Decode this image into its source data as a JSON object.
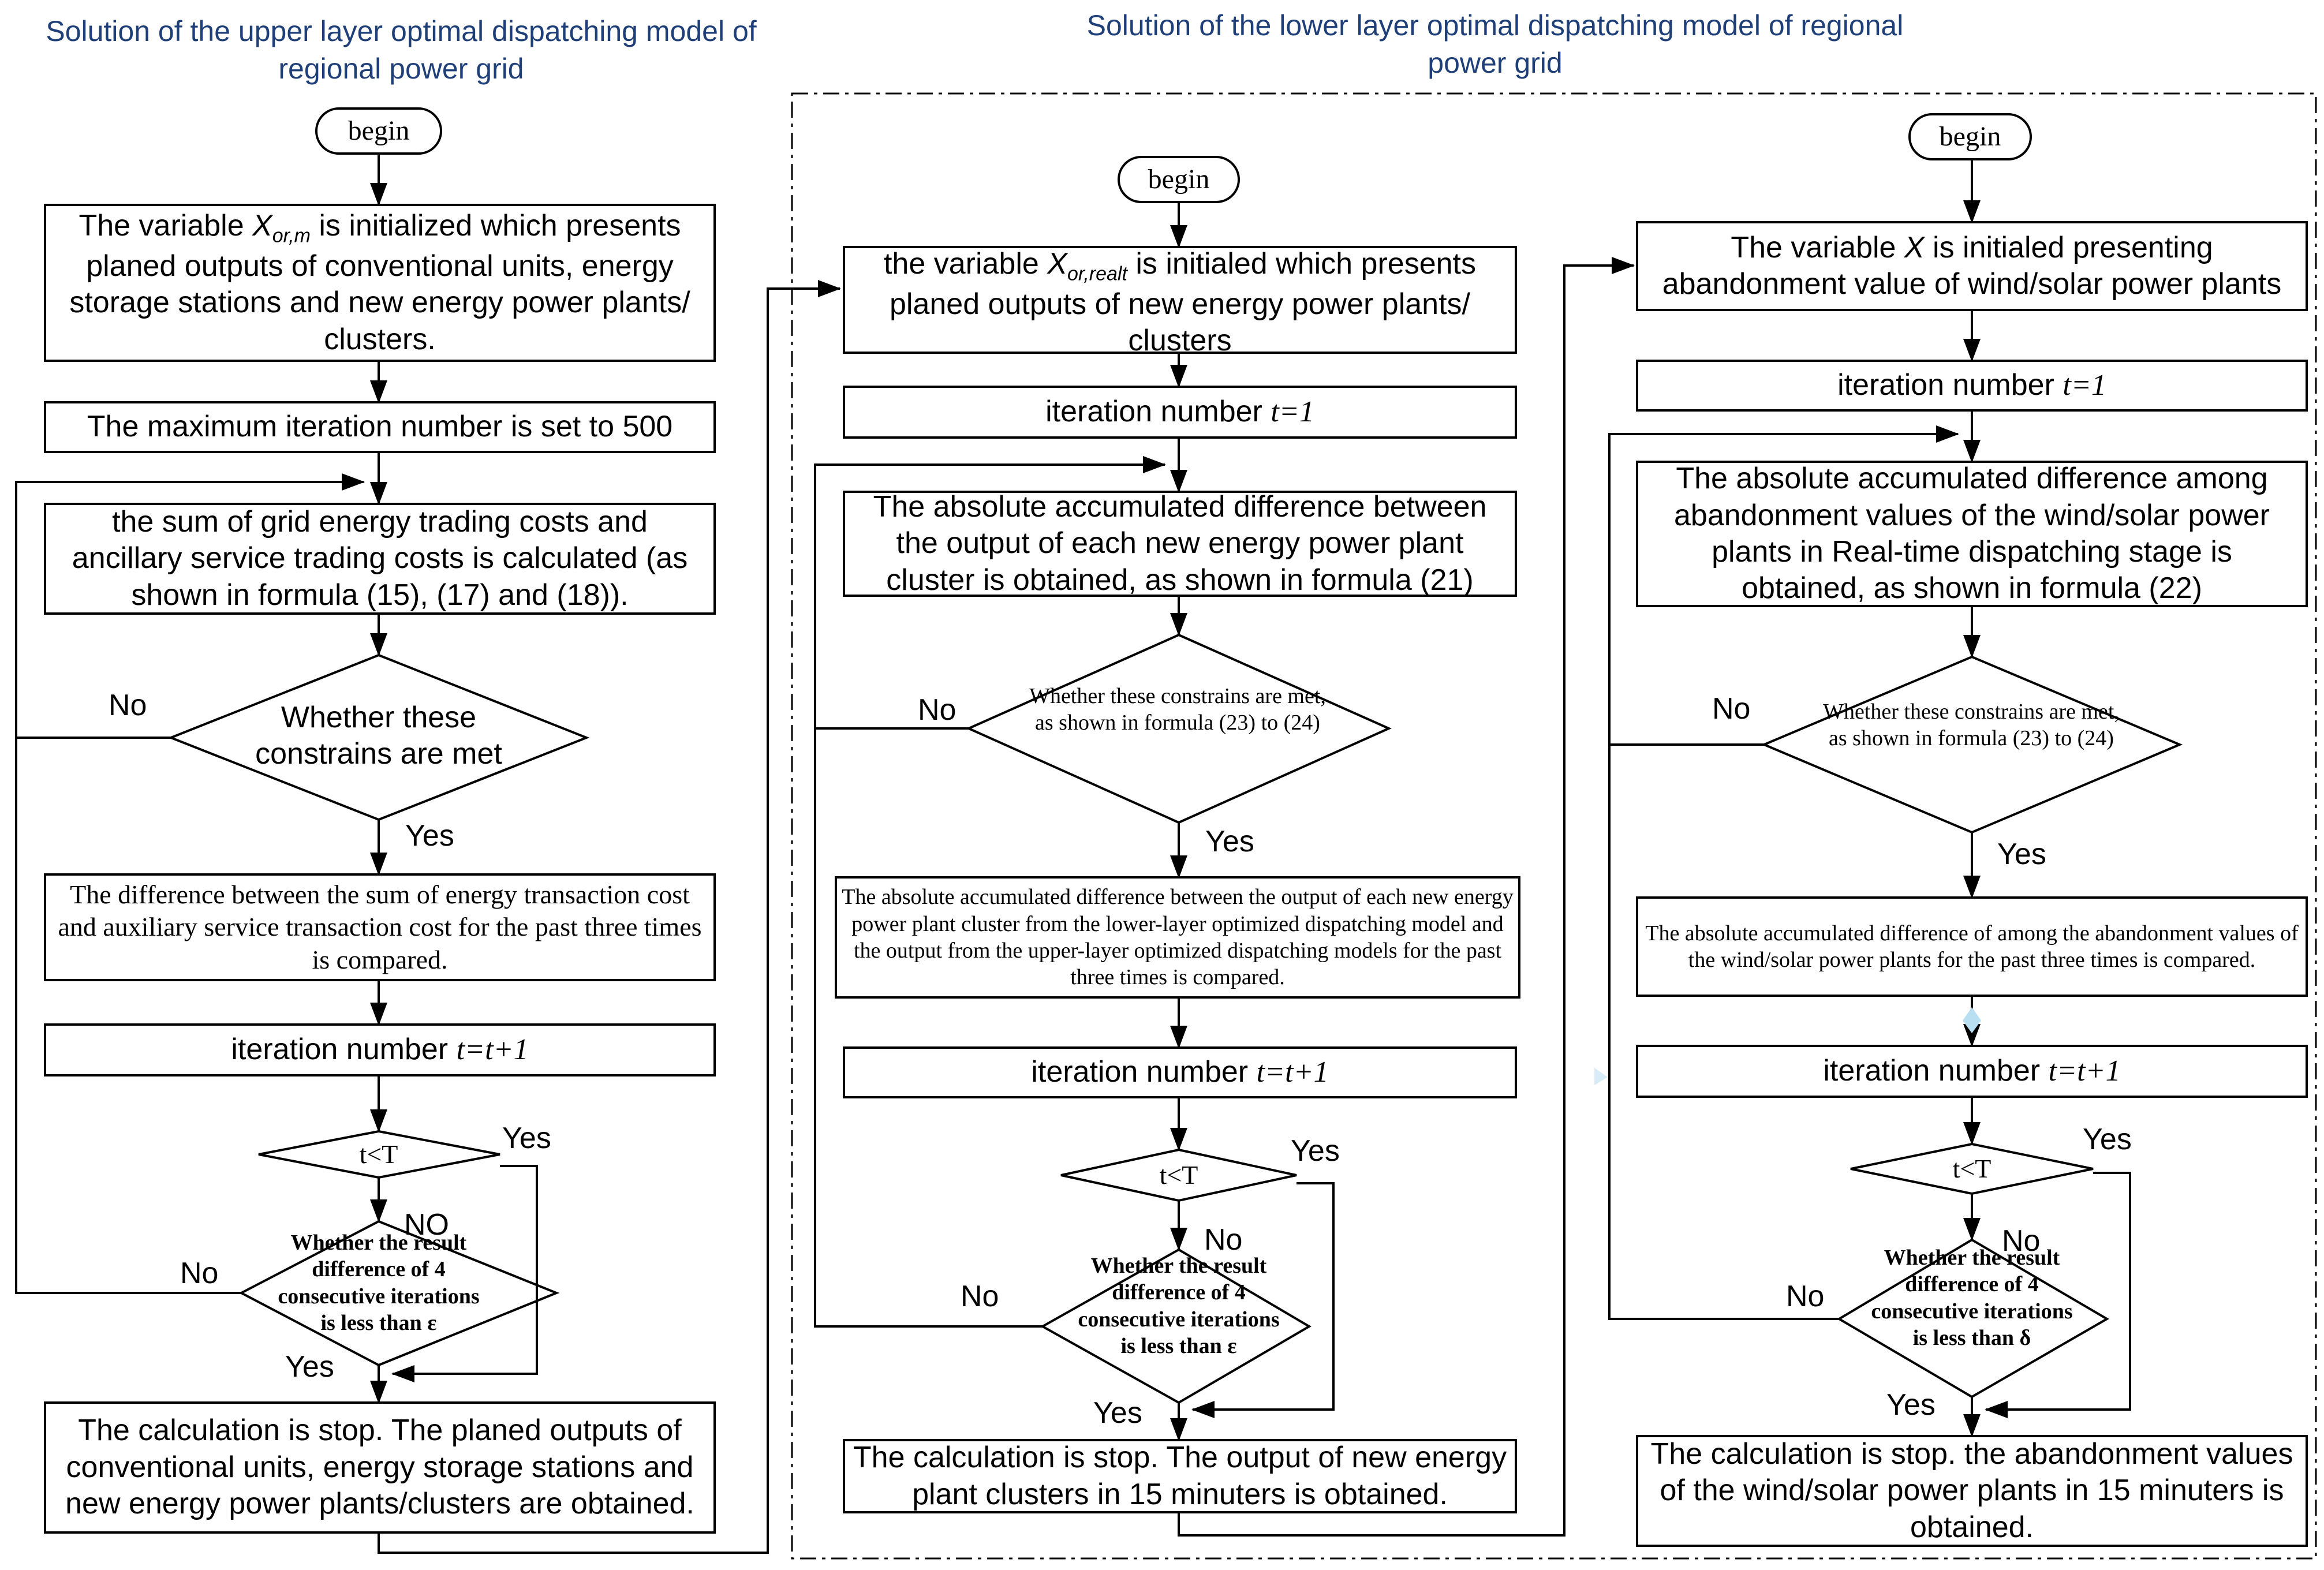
{
  "headers": {
    "upper": "Solution of the upper layer optimal dispatching model of regional power grid",
    "lower": "Solution of the lower layer optimal dispatching model of regional power grid"
  },
  "left": {
    "begin": "begin",
    "init_pre": "The variable ",
    "init_var": "X",
    "init_sub": "or,m",
    "init_post": " is initialized which presents planed outputs of conventional units, energy storage stations and new energy power plants/ clusters.",
    "max_iter": "The maximum iteration number is set to 500",
    "sum_costs": "the sum of grid energy trading costs and ancillary service trading costs is calculated (as shown in formula (15), (17) and (18)).",
    "decision": "Whether these constrains are met",
    "compare": "The difference between the sum of energy transaction cost and auxiliary service transaction cost for the past three times is compared.",
    "iter_pre": "iteration number ",
    "iter_eq": "t=t+1",
    "tcheck": "t<T",
    "result_diff": "Whether the result difference of 4 consecutive iterations is less than ε",
    "stop": "The calculation is stop. The planed outputs of conventional units, energy storage stations and new energy power plants/clusters are obtained.",
    "no1": "No",
    "yes1": "Yes",
    "yes2": "Yes",
    "no2": "NO",
    "no3": "No",
    "yes3": "Yes"
  },
  "mid": {
    "begin": "begin",
    "init_pre": "the variable ",
    "init_var": "X",
    "init_sub": "or,realt",
    "init_post": " is initialed which presents planed outputs of new energy power plants/ clusters",
    "iter1_pre": "iteration number ",
    "iter1_eq": "t=1",
    "abs_diff": "The absolute accumulated difference between the output of each new energy power plant cluster is obtained, as shown in formula (21)",
    "decision": "Whether these constrains are met, as shown in formula (23) to (24)",
    "compare": "The absolute accumulated difference between the output of each new energy power plant cluster from the lower-layer optimized dispatching model and the output from the upper-layer optimized dispatching models for the past three times is compared.",
    "iter2_pre": "iteration number ",
    "iter2_eq": "t=t+1",
    "tcheck": "t<T",
    "result_diff": "Whether the result difference of 4 consecutive iterations is less than ε",
    "stop": "The calculation is stop. The output of new energy plant clusters in 15 minuters is obtained.",
    "no1": "No",
    "yes1": "Yes",
    "yes2": "Yes",
    "no2": "No",
    "no3": "No",
    "yes3": "Yes"
  },
  "right": {
    "begin": "begin",
    "init_pre": "The variable ",
    "init_var": "X",
    "init_post": " is initialed presenting abandonment value of wind/solar power plants",
    "iter1_pre": "iteration number ",
    "iter1_eq": "t=1",
    "abs_diff": "The absolute accumulated difference among abandonment values of the wind/solar power plants in Real-time dispatching stage is obtained, as shown in formula (22)",
    "decision": "Whether these constrains are met, as shown in formula (23) to (24)",
    "compare": "The absolute accumulated difference of among the abandonment values of the wind/solar power plants for the past three times is compared.",
    "iter2_pre": "iteration number ",
    "iter2_eq": "t=t+1",
    "tcheck": "t<T",
    "result_diff": "Whether the result difference of 4 consecutive iterations is less than δ",
    "stop": "The calculation is stop. the abandonment values of the wind/solar power plants in 15 minuters is obtained.",
    "no1": "No",
    "yes1": "Yes",
    "yes2": "Yes",
    "no2": "No",
    "no3": "No",
    "yes3": "Yes"
  }
}
